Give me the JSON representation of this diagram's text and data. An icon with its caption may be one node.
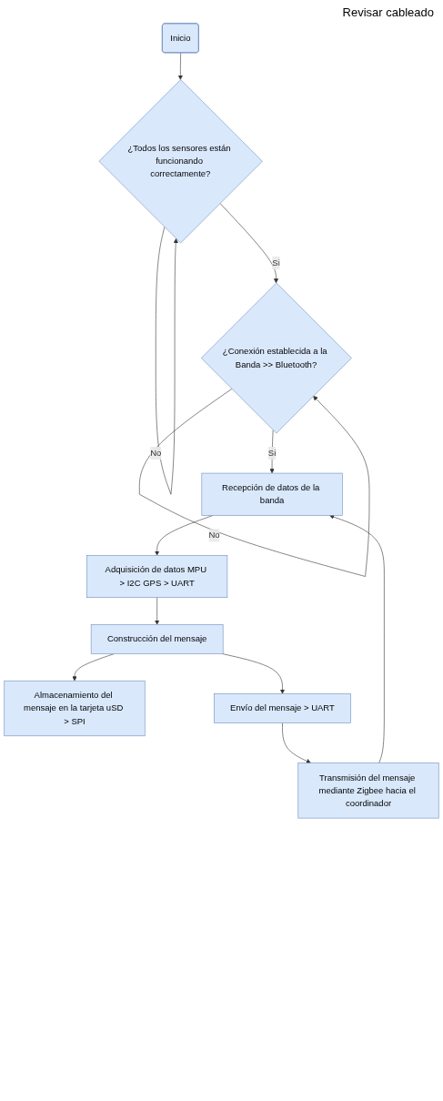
{
  "diagram": {
    "nodes": [
      {
        "text": [
          "Inicio"
        ]
      },
      {
        "text": [
          "¿Todos los sensores están funcionando correctamente?"
        ]
      },
      {
        "text": [
          "¿Conexión establecida a la Banda >> Bluetooth?"
        ]
      },
      {
        "text": [
          "Recepción de datos de la banda"
        ]
      },
      {
        "text": [
          "Adquisición de datos MPU > I2C GPS > UART"
        ]
      },
      {
        "text": [
          "Construcción del mensaje"
        ]
      },
      {
        "text": [
          "Almacenamiento del mensaje en la tarjeta uSD > SPI"
        ]
      },
      {
        "text": [
          "Envío del mensaje > UART"
        ]
      },
      {
        "text": [
          "Transmisión del mensaje mediante Zigbee hacia el coordinador"
        ]
      }
    ],
    "edges": [
      {
        "from": 0,
        "to": 1,
        "arrow": "to"
      },
      {
        "from": 1,
        "to": 1,
        "arrow": "to",
        "label": "No"
      },
      {
        "from": 1,
        "to": 2,
        "arrow": "to",
        "label": "Si"
      },
      {
        "from": 2,
        "to": 2,
        "arrow": "to",
        "label": "No"
      },
      {
        "from": 2,
        "to": 3,
        "arrow": "to",
        "label": "Si"
      },
      {
        "from": 3,
        "to": 4,
        "arrow": "to"
      },
      {
        "from": 4,
        "to": 5,
        "arrow": "to"
      },
      {
        "from": 5,
        "to": 6,
        "arrow": "to"
      },
      {
        "from": 5,
        "to": 7,
        "arrow": "to"
      },
      {
        "from": 7,
        "to": 8,
        "arrow": "to"
      },
      {
        "from": 8,
        "to": 3,
        "arrow": "to"
      }
    ],
    "labels": [
      "Revisar cableado"
    ]
  }
}
